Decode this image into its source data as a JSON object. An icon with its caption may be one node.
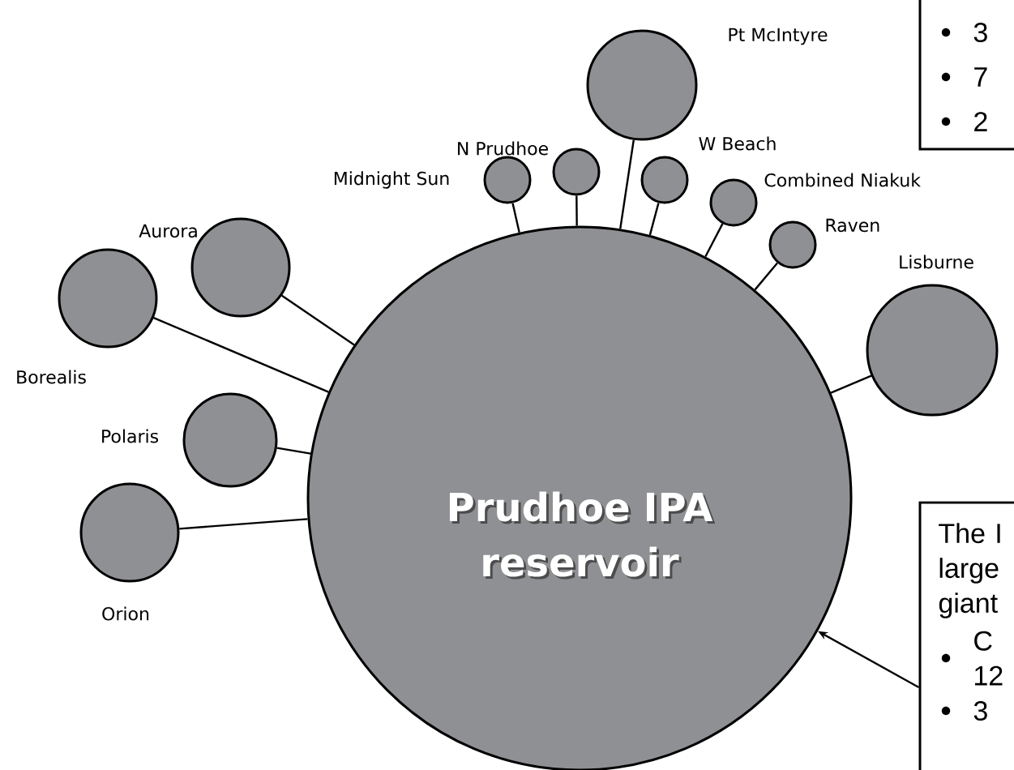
{
  "diagram": {
    "nodes": [
      {
        "text": [
          "3",
          "7",
          "2"
        ]
      },
      {
        "text": [
          "Pt McIntyre"
        ]
      },
      {
        "text": [
          "N  Prudhoe"
        ]
      },
      {
        "text": [
          "W Beach"
        ]
      },
      {
        "text": [
          "Midnight Sun"
        ]
      },
      {
        "text": [
          "Combined Niakuk"
        ]
      },
      {
        "text": [
          "Raven"
        ]
      },
      {
        "text": [
          "Aurora"
        ]
      },
      {
        "text": [
          "Lisburne"
        ]
      },
      {
        "text": [
          "Borealis"
        ]
      },
      {
        "text": [
          "Polaris"
        ]
      },
      {
        "text": [
          "Prudhoe IPA reservoir"
        ]
      },
      {
        "text": [
          "Orion"
        ]
      },
      {
        "text": [
          "The I large giant",
          "C 12",
          "3"
        ]
      }
    ],
    "edges": [
      {
        "from": 1,
        "to": 11,
        "arrow": "none"
      },
      {
        "from": 2,
        "to": 11,
        "arrow": "none"
      },
      {
        "from": 3,
        "to": 11,
        "arrow": "none"
      },
      {
        "from": 4,
        "to": 11,
        "arrow": "none"
      },
      {
        "from": 5,
        "to": 11,
        "arrow": "none"
      },
      {
        "from": 6,
        "to": 11,
        "arrow": "none"
      },
      {
        "from": 7,
        "to": 11,
        "arrow": "none"
      },
      {
        "from": 8,
        "to": 11,
        "arrow": "none"
      },
      {
        "from": 9,
        "to": 11,
        "arrow": "none"
      },
      {
        "from": 10,
        "to": 11,
        "arrow": "none"
      },
      {
        "from": 12,
        "to": 11,
        "arrow": "none"
      },
      {
        "from": 13,
        "to": 11,
        "arrow": "to"
      }
    ]
  }
}
